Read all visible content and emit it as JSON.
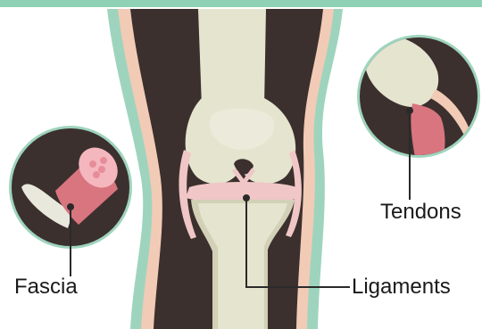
{
  "labels": {
    "fascia": "Fascia",
    "tendons": "Tendons",
    "ligaments": "Ligaments"
  },
  "colors": {
    "top_band": "#8fd1b4",
    "skin_mint": "#9ed4bd",
    "skin_peach": "#f1cbb6",
    "muscle_dark": "#3b302e",
    "bone": "#e5e4cf",
    "bone_shadow": "#d2d0b6",
    "cartilage_pink": "#f0c6c6",
    "muscle_red": "#d9757f",
    "leader_line": "#2a2a2a"
  }
}
